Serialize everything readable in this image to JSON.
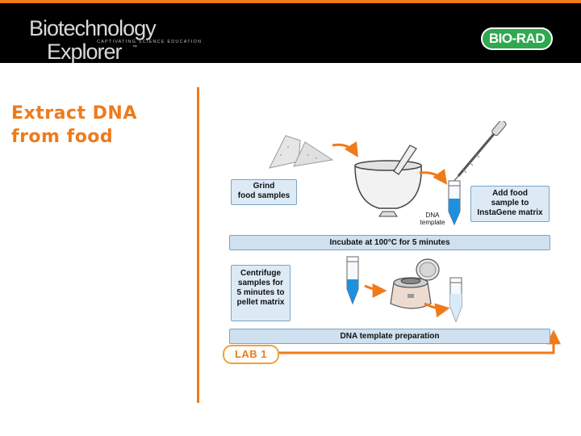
{
  "header": {
    "brand_line1": "Biotechnology",
    "brand_line2": "Explorer",
    "brand_trademark": "™",
    "brand_tagline": "CAPTIVATING SCIENCE EDUCATION",
    "company_logo": "BIO-RAD"
  },
  "slide": {
    "title_line1": "Extract DNA",
    "title_line2": "from food"
  },
  "diagram": {
    "grind_box": "Grind\nfood samples",
    "add_food_box": "Add food\nsample to\nInstaGene matrix",
    "dna_template_label": "DNA\ntemplate",
    "incubate_bar": "Incubate at 100°C for 5 minutes",
    "centrifuge_box": "Centrifuge\nsamples for\n5 minutes to\npellet matrix",
    "preparation_bar": "DNA template preparation",
    "lab_label": "LAB 1"
  },
  "colors": {
    "accent_orange": "#f07a1a",
    "banner_black": "#000000",
    "biorad_green": "#2fa84f",
    "box_fill": "#ddeaf6",
    "box_border": "#7aa4c6",
    "liquid_blue": "#1e90e0"
  },
  "icons": [
    "food-sample-icon",
    "mortar-pestle-icon",
    "pipette-icon",
    "tube-icon",
    "centrifuge-icon",
    "arrow-icon"
  ]
}
